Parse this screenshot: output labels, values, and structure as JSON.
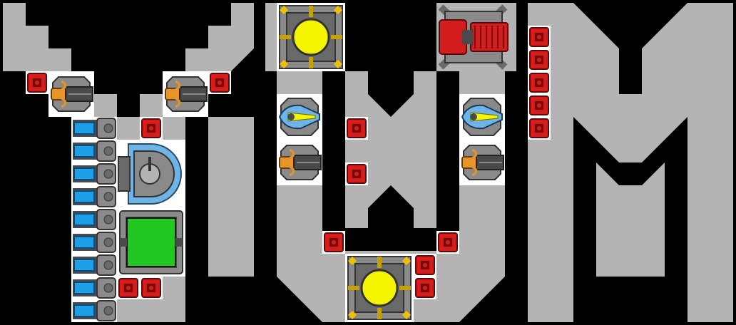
{
  "scene": {
    "background_color": "#000000",
    "floor_color": "#b4b4b4",
    "wall_color": "#000000",
    "letters": [
      "Y",
      "W",
      "M"
    ],
    "palette": {
      "armor_red": "#d41e1e",
      "armor_red_dark": "#7a0a0a",
      "reactor_yellow": "#f5f500",
      "hull_grey": "#8a8a8a",
      "hull_dark": "#4a4a4a",
      "battery_blue": "#1ea0e6",
      "screen_green": "#22c822",
      "turret_orange": "#e69628",
      "shield_blue": "#6eb4e6"
    },
    "blocks": {
      "armor_blocks": 17,
      "batteries": 9,
      "reactors": 2,
      "cannons": 4,
      "laser_turrets": 2,
      "shield_generator": 1,
      "control_console": 1,
      "thruster_pod": 1
    }
  }
}
